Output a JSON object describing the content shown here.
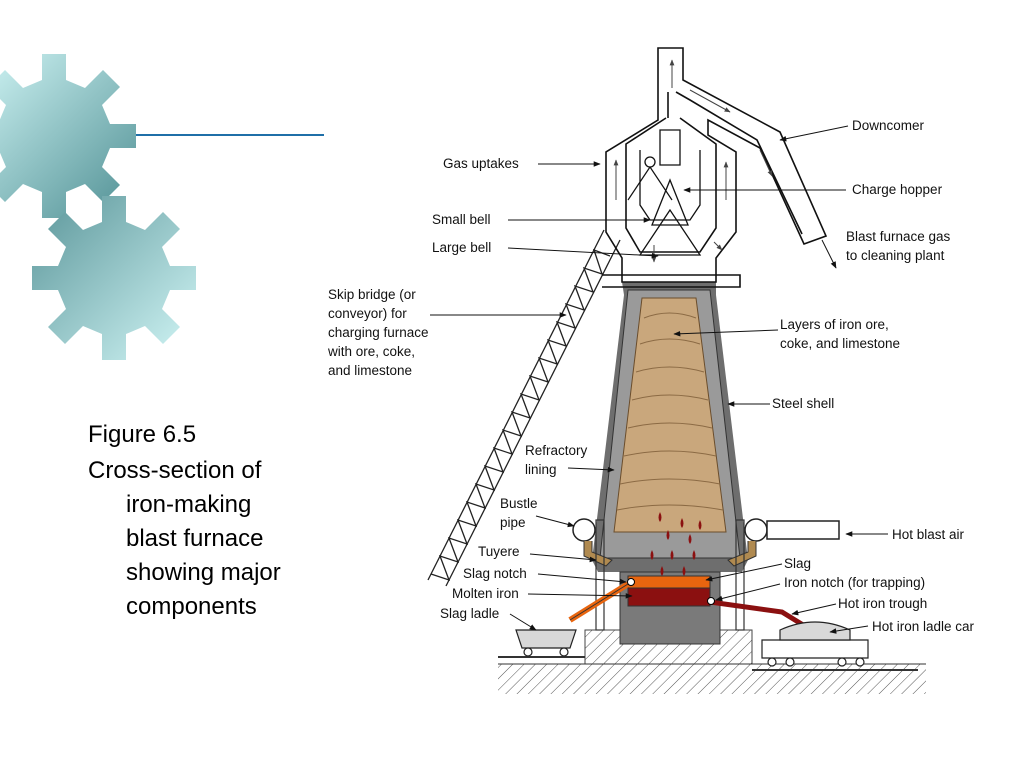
{
  "caption": {
    "figure_number": "Figure 6.5",
    "description_lines": [
      "Cross-section of",
      "iron-making",
      "blast furnace",
      "showing major",
      "components"
    ]
  },
  "labels": {
    "downcomer": "Downcomer",
    "gas_uptakes": "Gas uptakes",
    "charge_hopper": "Charge hopper",
    "small_bell": "Small bell",
    "large_bell": "Large bell",
    "blast_gas_1": "Blast furnace gas",
    "blast_gas_2": "to cleaning plant",
    "skip_1": "Skip bridge (or",
    "skip_2": "conveyor) for",
    "skip_3": "charging furnace",
    "skip_4": "with ore, coke,",
    "skip_5": "and limestone",
    "layers_1": "Layers of iron ore,",
    "layers_2": "coke, and limestone",
    "steel_shell": "Steel shell",
    "refractory_1": "Refractory",
    "refractory_2": "lining",
    "bustle_1": "Bustle",
    "bustle_2": "pipe",
    "hot_blast_air": "Hot blast air",
    "tuyere": "Tuyere",
    "slag": "Slag",
    "slag_notch": "Slag notch",
    "iron_notch": "Iron notch (for trapping)",
    "molten_iron": "Molten iron",
    "hot_iron_trough": "Hot iron trough",
    "slag_ladle": "Slag ladle",
    "hot_iron_ladle_car": "Hot iron ladle car"
  },
  "colors": {
    "gear_light": "#c4f1f1",
    "gear_dark": "#5f9ea0",
    "rule_line": "#1f6fa8",
    "burden": "#c9a77c",
    "lining": "#8a8a8a",
    "slag": "#e8650f",
    "molten_iron": "#8b1010",
    "droplet": "#8b1010"
  }
}
